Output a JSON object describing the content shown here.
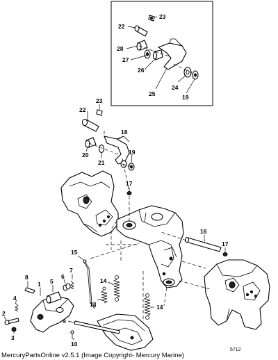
{
  "diagram": {
    "callouts": {
      "n1": "1",
      "n2": "2",
      "n3": "3",
      "n4": "4",
      "n5": "5",
      "n6": "6",
      "n7": "7",
      "n8": "8",
      "n9": "9",
      "n10": "10",
      "n13": "13",
      "n14a": "14",
      "n14b": "14",
      "n15": "15",
      "n16": "16",
      "n17a": "17",
      "n17b": "17",
      "n18": "18",
      "n19a": "19",
      "n20": "20",
      "n21": "21",
      "n22a": "22",
      "n23a": "23",
      "i22": "22",
      "i23": "23",
      "i28": "28",
      "i27": "27",
      "i26": "26",
      "i25": "25",
      "i24": "24",
      "i19": "19"
    },
    "figure_number": "5712",
    "footer": "MercuryPartsOnline v2.5.1 (Image Copyright- Mercury Marine)"
  }
}
